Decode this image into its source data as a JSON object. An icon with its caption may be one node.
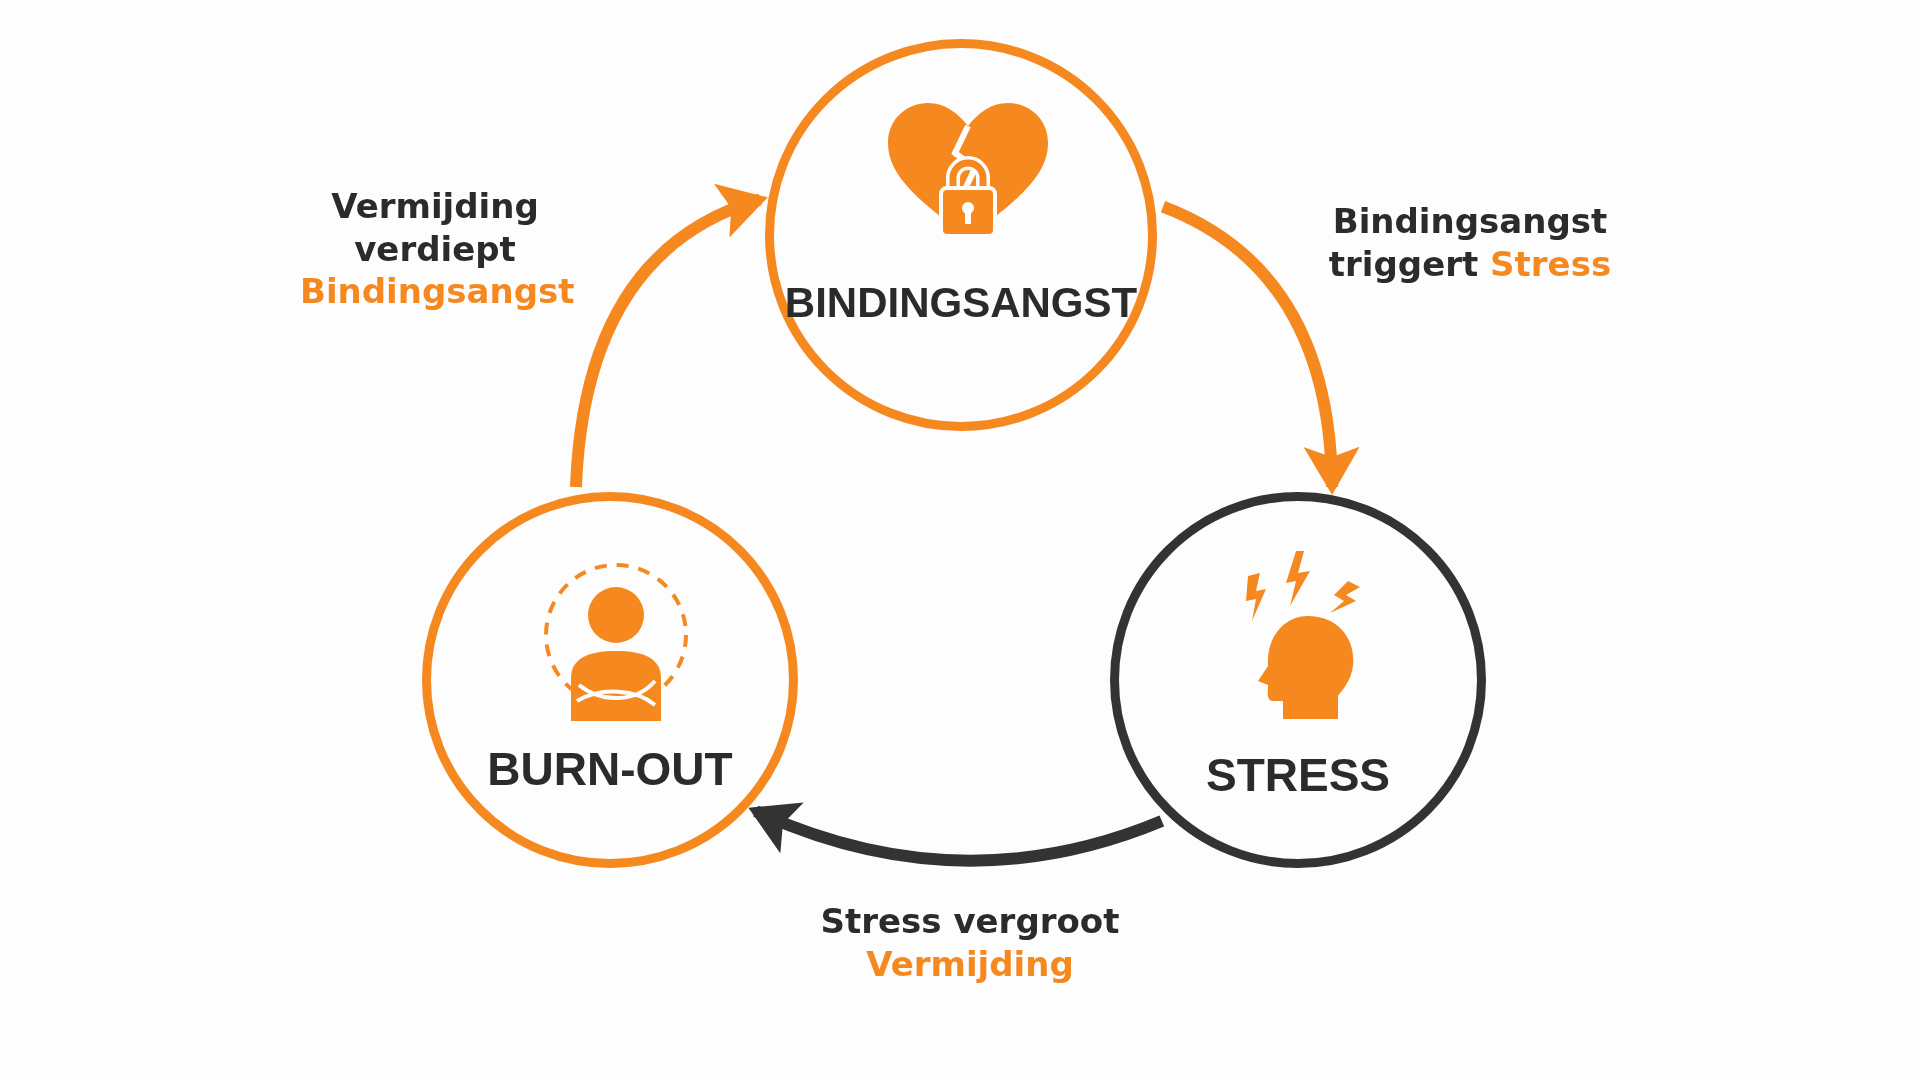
{
  "diagram": {
    "nodes": [
      {
        "text": [
          "BINDINGSANGST"
        ]
      },
      {
        "text": [
          "STRESS"
        ]
      },
      {
        "text": [
          "BURN-OUT"
        ]
      }
    ],
    "edges": [
      {
        "from": 0,
        "to": 1,
        "arrow": "to",
        "label": "Bindingsangst triggert *Stress*"
      },
      {
        "from": 1,
        "to": 2,
        "arrow": "to",
        "label": "Stress vergroot *Vermijding*",
        "color": "#333333"
      },
      {
        "from": 2,
        "to": 0,
        "arrow": "to",
        "label": "Vermijding verdiept *Bindingsangst*"
      }
    ]
  }
}
